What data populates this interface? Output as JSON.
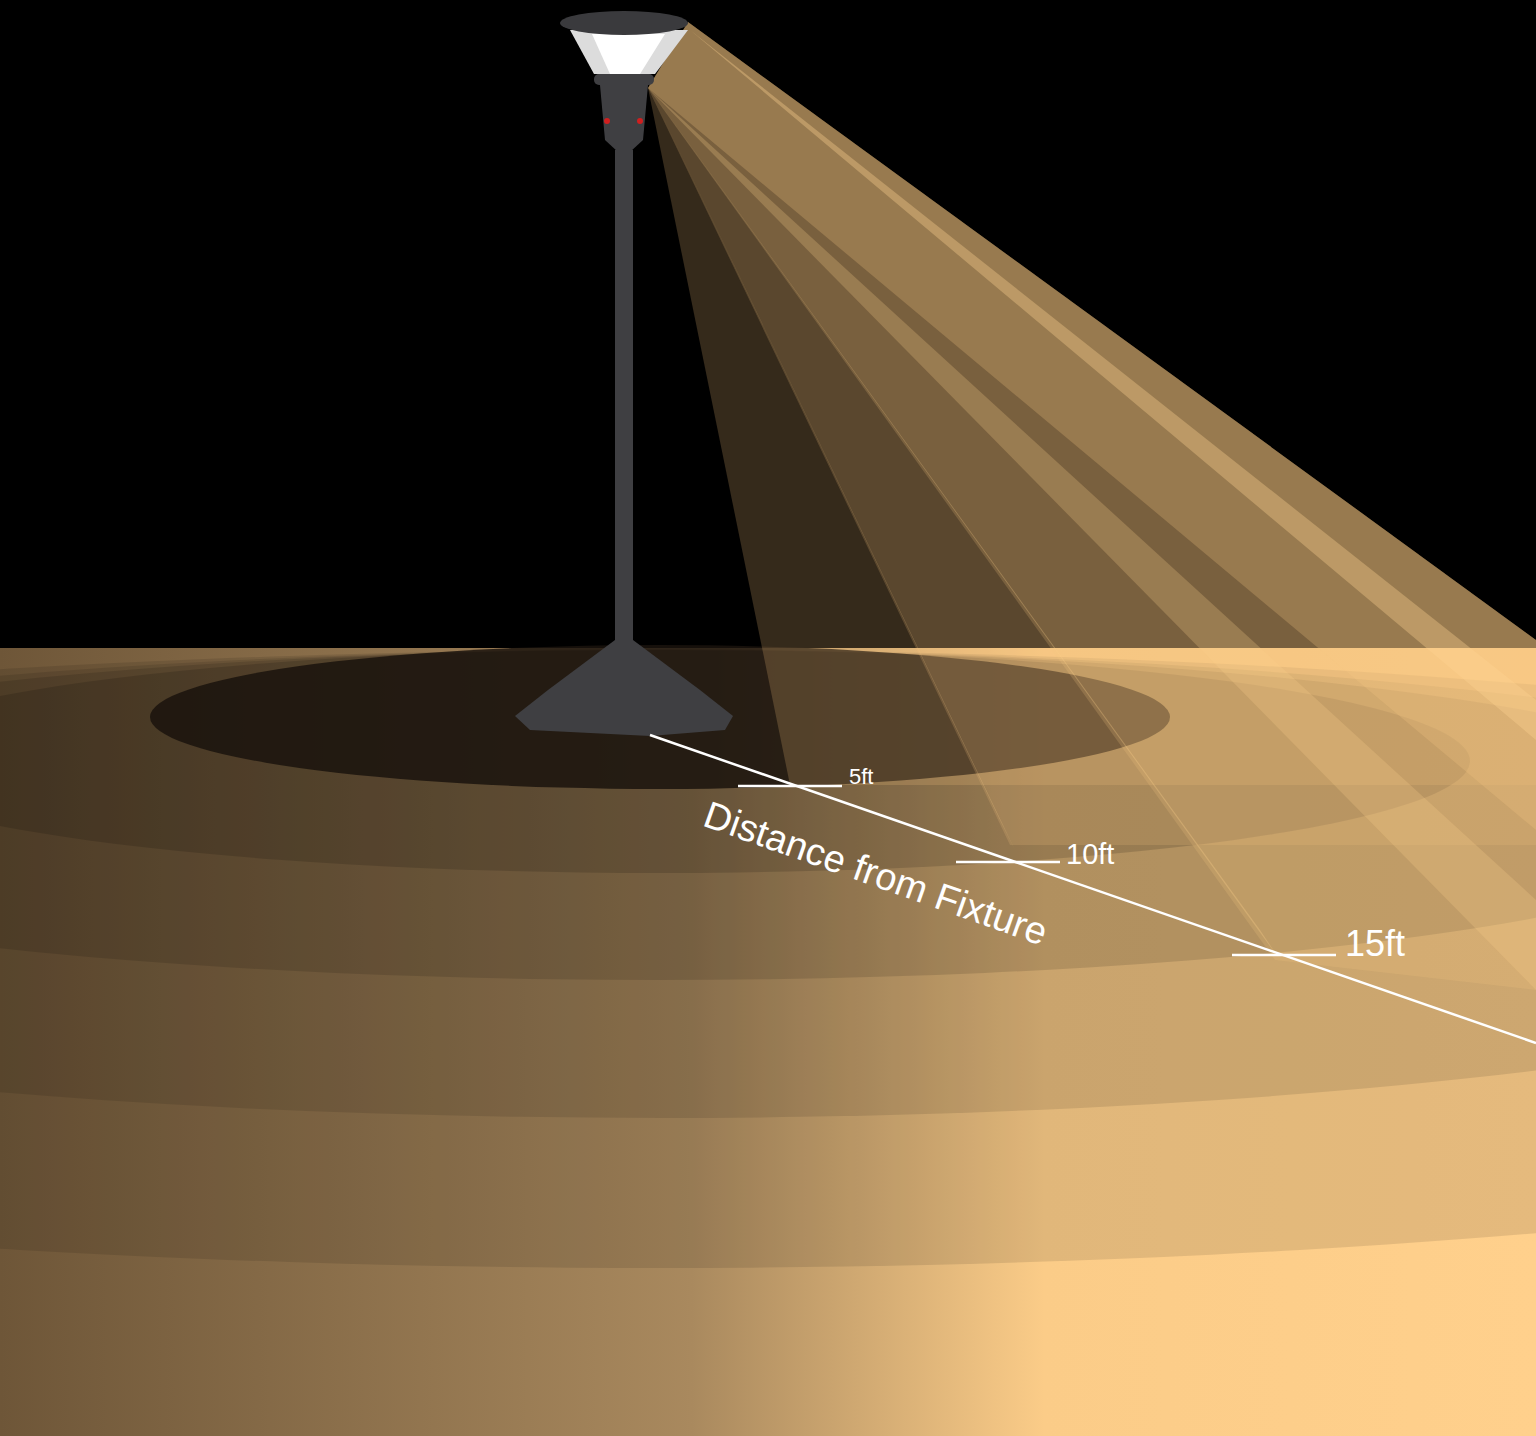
{
  "diagram": {
    "labels": [
      "5ft",
      "10ft",
      "15ft",
      "Distance from Fixture"
    ]
  }
}
